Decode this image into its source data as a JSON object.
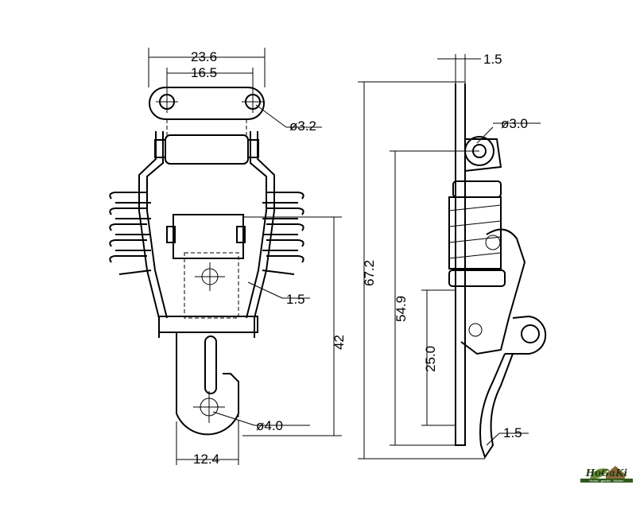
{
  "front_view": {
    "width_overall": "23.6",
    "hole_spacing": "16.5",
    "hole_diameter": "ø3.2",
    "thickness": "1.5",
    "height": "42",
    "lower_hole_diameter": "ø4.0",
    "lower_width": "12.4"
  },
  "side_view": {
    "plate_thickness": "1.5",
    "pivot_diameter": "ø3.0",
    "overall_length": "67.2",
    "pivot_to_end": "54.9",
    "lower_length": "25.0",
    "hook_thickness": "1.5"
  },
  "logo": {
    "name": "HoGaKi",
    "tagline": "Home - garden - kitchen"
  }
}
